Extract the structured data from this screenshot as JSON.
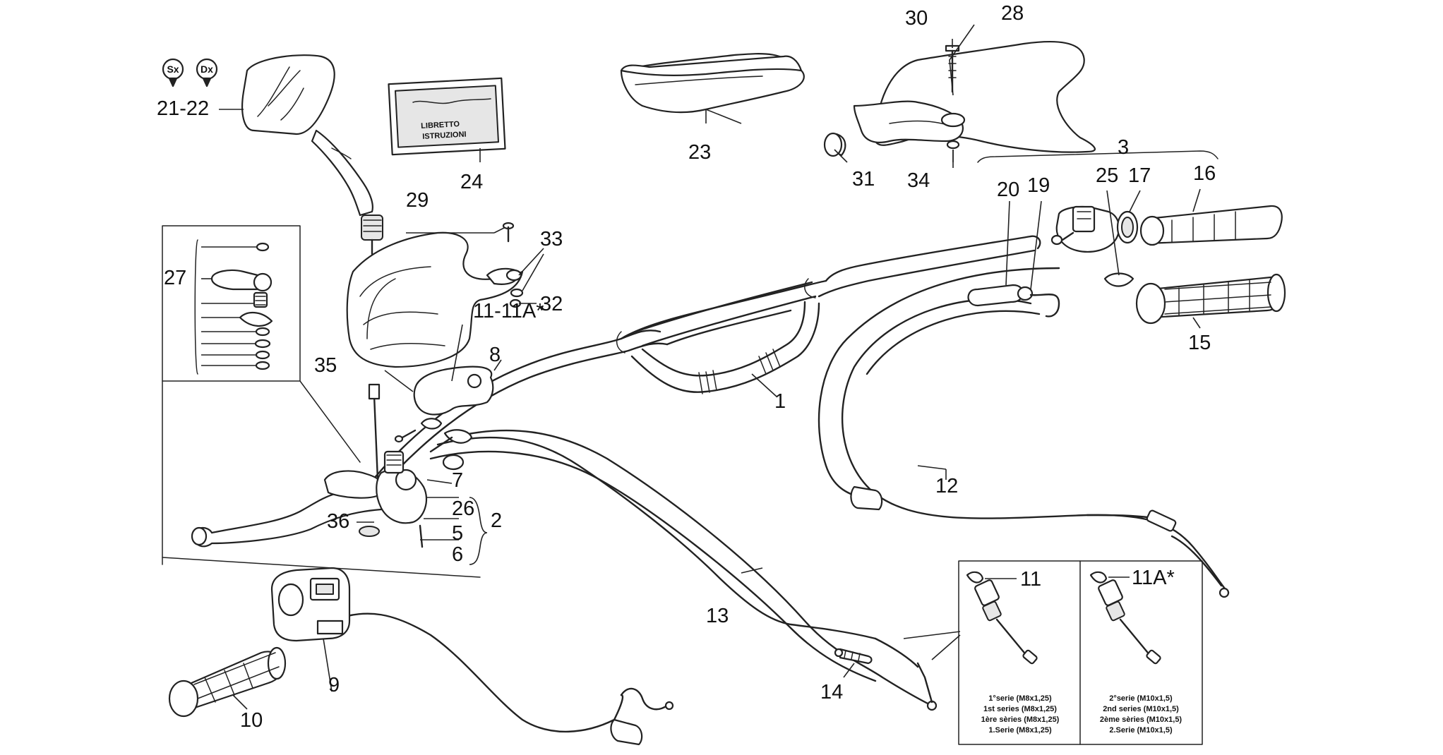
{
  "diagram": {
    "badges": [
      {
        "id": "sx",
        "text": "Sx"
      },
      {
        "id": "dx",
        "text": "Dx"
      }
    ],
    "labels": {
      "p1": "1",
      "p2": "2",
      "p3": "3",
      "p5": "5",
      "p6": "6",
      "p7": "7",
      "p8": "8",
      "p9": "9",
      "p10": "10",
      "p11_11a": "11-11A*",
      "p12": "12",
      "p13": "13",
      "p14": "14",
      "p15": "15",
      "p16": "16",
      "p17": "17",
      "p19": "19",
      "p20": "20",
      "p21_22": "21-22",
      "p23": "23",
      "p24": "24",
      "p25": "25",
      "p26": "26",
      "p27": "27",
      "p28": "28",
      "p29": "29",
      "p30": "30",
      "p31": "31",
      "p32": "32",
      "p33": "33",
      "p34": "34",
      "p35": "35",
      "p36": "36"
    },
    "booklet": {
      "line1": "LIBRETTO",
      "line2": "ISTRUZIONI"
    },
    "detail_left": {
      "label": "11",
      "notes": [
        "1°serie (M8x1,25)",
        "1st series (M8x1,25)",
        "1ère sèries (M8x1,25)",
        "1.Serie (M8x1,25)"
      ]
    },
    "detail_right": {
      "label": "11A*",
      "notes": [
        "2°serie (M10x1,5)",
        "2nd series (M10x1,5)",
        "2ème sèries (M10x1,5)",
        "2.Serie (M10x1,5)"
      ]
    }
  }
}
